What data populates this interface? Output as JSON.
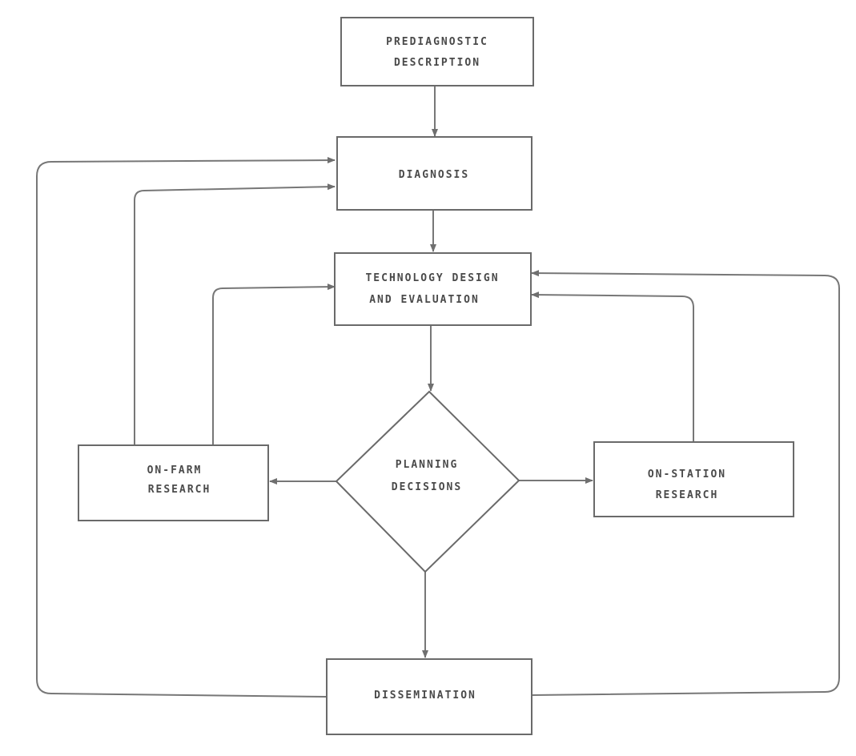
{
  "nodes": {
    "prediagnostic": {
      "line1": "PREDIAGNOSTIC",
      "line2": "DESCRIPTION"
    },
    "diagnosis": {
      "line1": "DIAGNOSIS"
    },
    "technology": {
      "line1": "TECHNOLOGY DESIGN",
      "line2": "AND EVALUATION"
    },
    "planning": {
      "line1": "PLANNING",
      "line2": "DECISIONS"
    },
    "on_farm": {
      "line1": "ON-FARM",
      "line2": "RESEARCH"
    },
    "on_station": {
      "line1": "ON-STATION",
      "line2": "RESEARCH"
    },
    "dissemination": {
      "line1": "DISSEMINATION"
    }
  },
  "colors": {
    "stroke": "#6a6a6a",
    "text": "#4a4a4a",
    "background": "#ffffff"
  }
}
